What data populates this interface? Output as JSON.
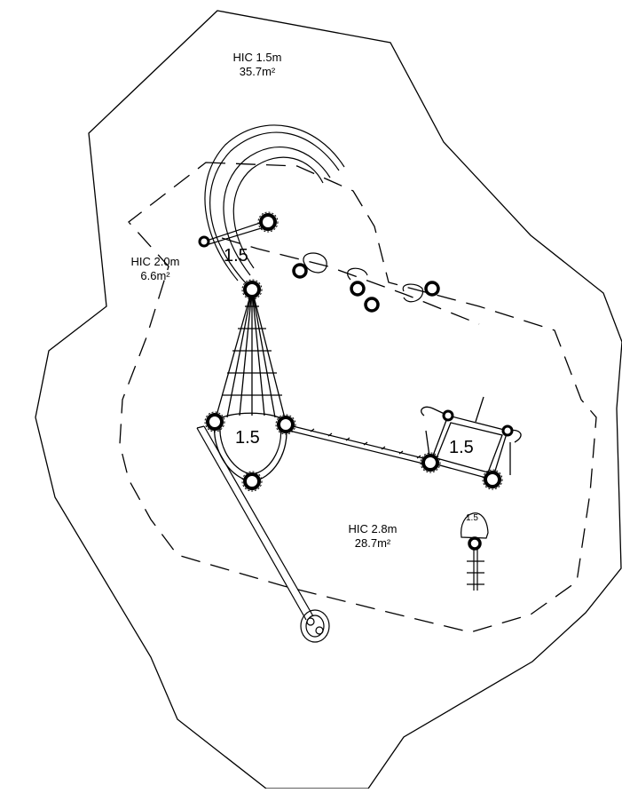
{
  "zones": [
    {
      "id": "z1",
      "label": "HIC 1.5m",
      "area": "35.7m²"
    },
    {
      "id": "z2",
      "label": "HIC 2.0m",
      "area": "6.6m²"
    },
    {
      "id": "z3",
      "label": "HIC 2.8m",
      "area": "28.7m²"
    }
  ],
  "heights": {
    "arch": "1.5",
    "platform_left": "1.5",
    "platform_right": "1.5",
    "bench": "1.5"
  },
  "colors": {
    "stroke": "#000000",
    "background": "#ffffff"
  }
}
